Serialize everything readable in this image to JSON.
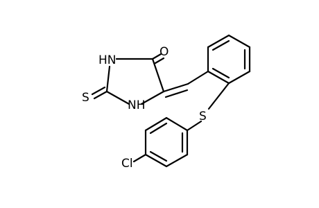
{
  "molecule": {
    "atoms": {
      "o_label": "O",
      "nh_top_label": "HN",
      "nh_bottom_label": "NH",
      "s_thione_label": "S",
      "s_thioether_label": "S",
      "cl_label": "Cl"
    }
  }
}
